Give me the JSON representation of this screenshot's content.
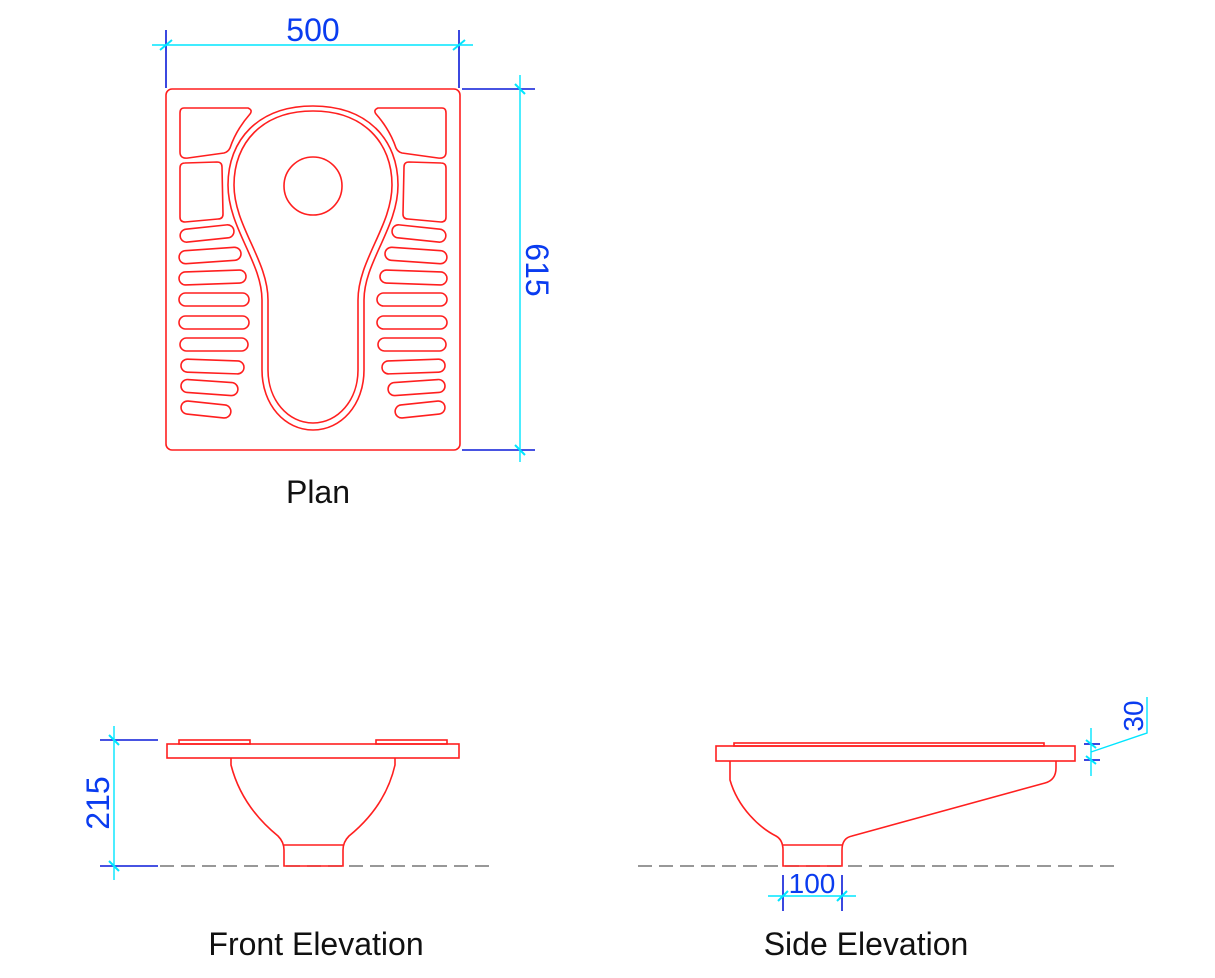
{
  "drawing": {
    "views": {
      "plan": {
        "label": "Plan"
      },
      "front_elevation": {
        "label": "Front Elevation"
      },
      "side_elevation": {
        "label": "Side Elevation"
      }
    },
    "dimensions": {
      "plan_width": "500",
      "plan_length": "615",
      "front_height": "215",
      "outlet_width": "100",
      "rim_thickness": "30"
    },
    "colors": {
      "object": "#ff1f1f",
      "dimension_line": "#00e5ff",
      "extension_line": "#0a1ad8",
      "dimension_text": "#0a3cf0",
      "ground_line": "#777777"
    }
  }
}
